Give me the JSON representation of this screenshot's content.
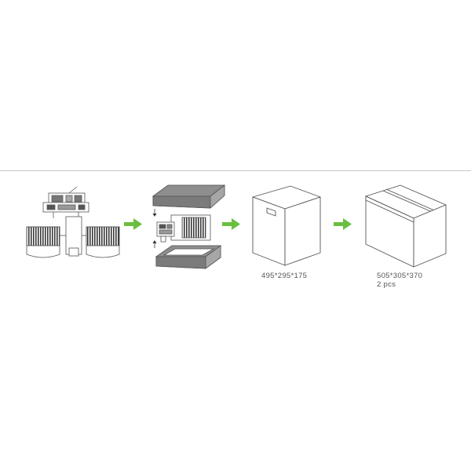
{
  "steps": [
    {
      "id": "product"
    },
    {
      "id": "inner-packing"
    },
    {
      "id": "inner-box",
      "dimensions": "495*295*175"
    },
    {
      "id": "master-carton",
      "dimensions": "505*305*370",
      "quantity": "2 pcs"
    }
  ],
  "arrows": {
    "color": "#6abf3f",
    "count": 3
  },
  "colors": {
    "line": "#555555",
    "foam": "#8e8e8e",
    "divider": "#c8c8c8"
  }
}
